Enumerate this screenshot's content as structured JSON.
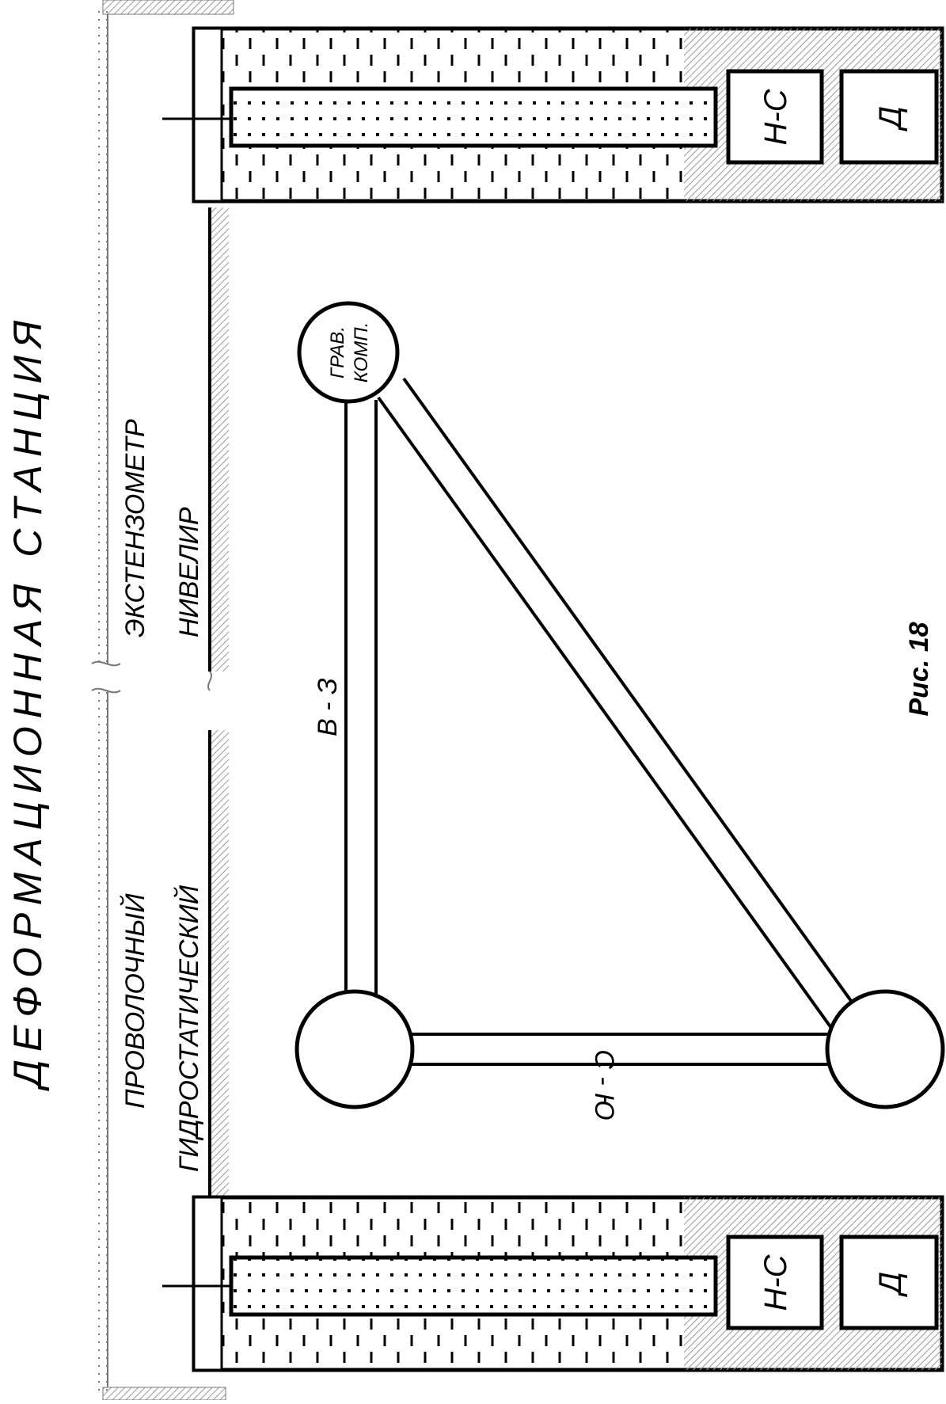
{
  "title": "ДЕФОРМАЦИОННАЯ СТАНЦИЯ",
  "instruments": {
    "wire": "ПРОВОЛОЧНЫЙ",
    "hydrostatic": "ГИДРОСТАТИЧЕСКИЙ",
    "extensometer": "ЭКСТЕНЗОМЕТР",
    "level": "НИВЕЛИР"
  },
  "axes": {
    "east_west": "В - З",
    "north_south": "С - Ю"
  },
  "nodes": {
    "grav_line1": "ГРАВ.",
    "grav_line2": "КОМП."
  },
  "boxes": {
    "ns": "Н-С",
    "d": "Д"
  },
  "caption": "Рис. 18",
  "colors": {
    "ink": "#000000",
    "paper": "#ffffff",
    "hatch": "#bbbbbb"
  }
}
